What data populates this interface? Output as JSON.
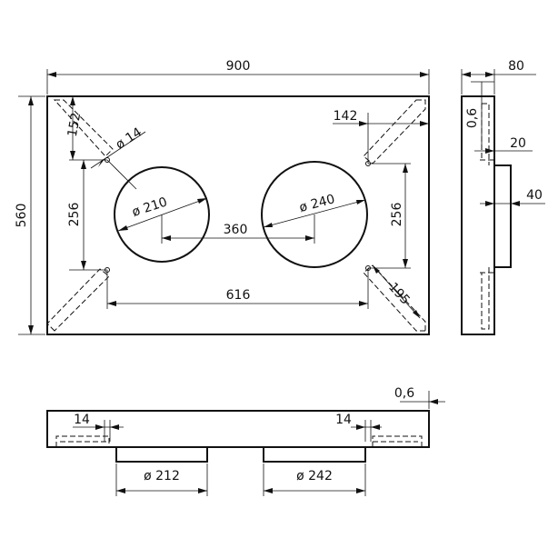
{
  "drawing": {
    "front_view": {
      "width_label": "900",
      "height_label": "560",
      "hole_spacing_label": "616",
      "corner_offset_label": "152",
      "corner_offset_right_label": "142",
      "hole_diameter_label": "ø 14",
      "left_vertical_label": "256",
      "right_vertical_label": "256",
      "circle_left_label": "ø 210",
      "circle_right_label": "ø 240",
      "circle_spacing_label": "360",
      "bracket_label": "195"
    },
    "side_view": {
      "depth_label": "80",
      "sheet_label": "0,6",
      "step_label": "20",
      "collar_label": "40"
    },
    "bottom_view": {
      "sheet_label": "0,6",
      "left_hole_label": "14",
      "right_hole_label": "14",
      "left_collar_label": "ø 212",
      "right_collar_label": "ø 242"
    }
  }
}
